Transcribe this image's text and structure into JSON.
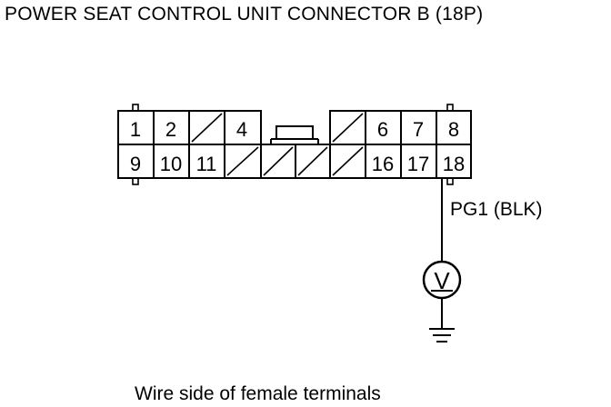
{
  "title": "POWER SEAT CONTROL UNIT CONNECTOR B (18P)",
  "connector": {
    "top_row": [
      "1",
      "2",
      "",
      "4",
      "",
      "",
      "6",
      "7",
      "8"
    ],
    "bottom_row": [
      "9",
      "10",
      "11",
      "",
      "",
      "",
      "",
      "16",
      "17",
      "18"
    ]
  },
  "wire_label": "PG1 (BLK)",
  "meter_symbol": "V",
  "caption": "Wire side of female terminals",
  "colors": {
    "line": "#000000",
    "background": "#ffffff"
  }
}
